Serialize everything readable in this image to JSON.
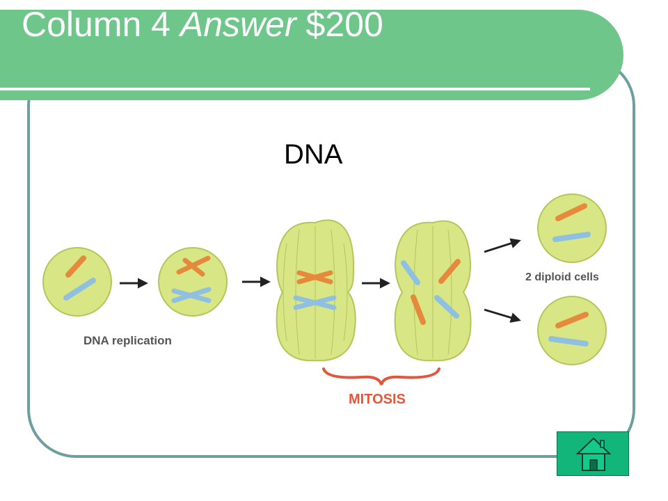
{
  "slide": {
    "title_part1": "Column 4 ",
    "title_part2": "Answer",
    "title_part3": " $200",
    "answer": "DNA"
  },
  "diagram": {
    "label_replication": "DNA replication",
    "label_mitosis": "MITOSIS",
    "label_daughters": "2 diploid cells"
  },
  "colors": {
    "banner": "#6fc68a",
    "frame_border": "#6e9ea0",
    "cell_fill": "#d8e685",
    "cell_stroke": "#b4c65a",
    "chromosome_orange": "#e58a3c",
    "chromosome_blue": "#8fc0e2",
    "label_red": "#e1573c",
    "home_button": "#12b67a"
  },
  "icons": {
    "home": "home-icon"
  }
}
